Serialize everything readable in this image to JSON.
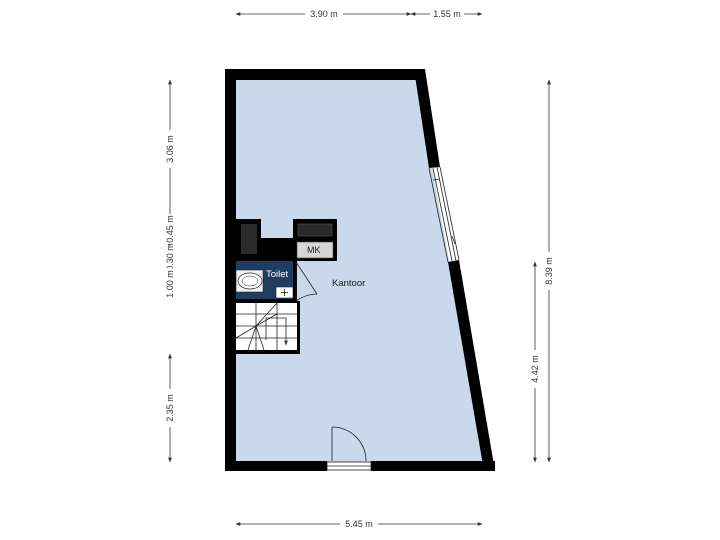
{
  "rooms": {
    "main": "Kantoor",
    "toilet": "Toilet",
    "meter_cupboard": "MK"
  },
  "dimensions": {
    "top_left": "3.90 m",
    "top_right": "1.55 m",
    "bottom": "5.45 m",
    "right": "8.39 m",
    "right_lower": "4.42 m",
    "left_top": "3.06 m",
    "left_a": "0.45 m",
    "left_b": "0.30 m",
    "left_c": "1.00 m",
    "left_bottom": "2.35 m"
  },
  "colors": {
    "floor": "#c9d8ea",
    "toilet_floor": "#1f3d63",
    "wall": "#000000",
    "background": "#ffffff"
  }
}
